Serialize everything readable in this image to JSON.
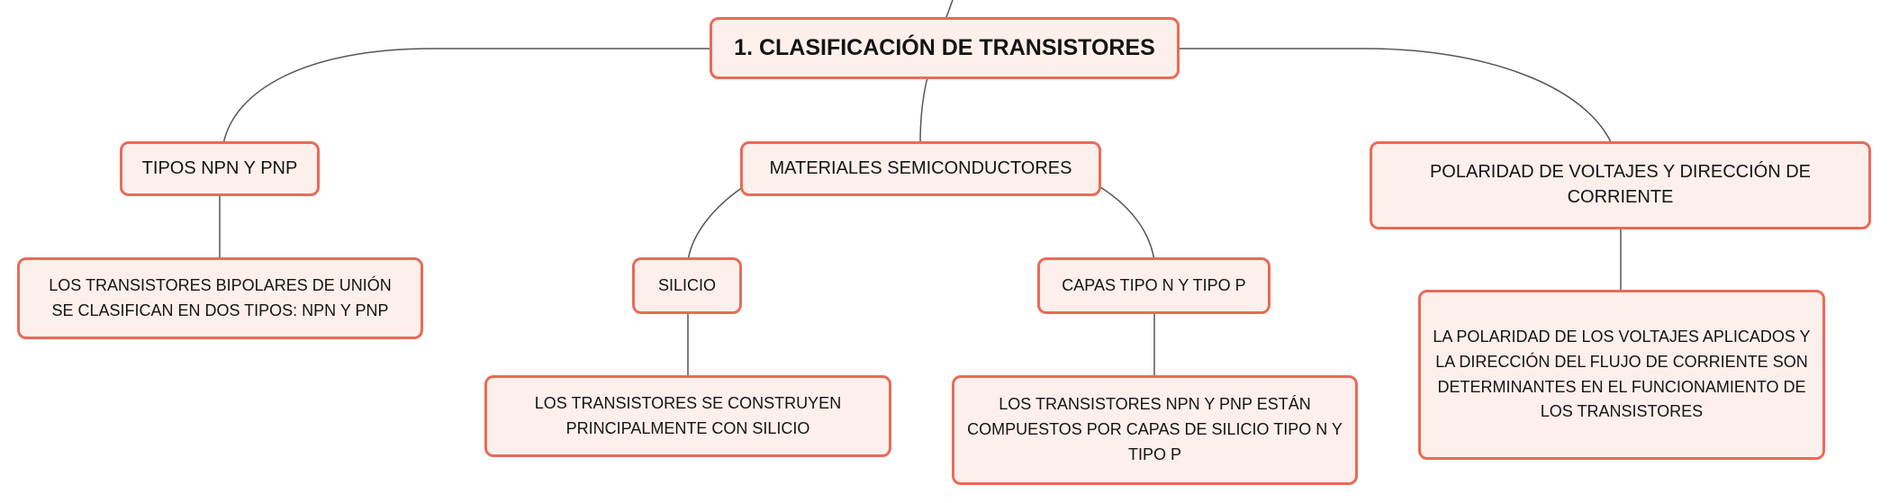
{
  "colors": {
    "border": "#ea6a57",
    "fill": "#fdf0ec",
    "link": "#555555",
    "text": "#141414"
  },
  "map": {
    "root": "1. CLASIFICACIÓN DE TRANSISTORES",
    "branch_types": "TIPOS NPN Y PNP",
    "types_detail": "LOS TRANSISTORES BIPOLARES DE UNIÓN SE CLASIFICAN EN DOS TIPOS: NPN Y PNP",
    "branch_materials": "MATERIALES SEMICONDUCTORES",
    "silicon": "SILICIO",
    "silicon_detail": "LOS TRANSISTORES SE CONSTRUYEN PRINCIPALMENTE CON SILICIO",
    "layers": "CAPAS TIPO N Y TIPO P",
    "layers_detail": "LOS TRANSISTORES NPN Y PNP ESTÁN COMPUESTOS POR CAPAS DE SILICIO TIPO N Y TIPO P",
    "branch_polarity": "POLARIDAD DE VOLTAJES Y DIRECCIÓN DE CORRIENTE",
    "polarity_detail": "LA POLARIDAD DE LOS VOLTAJES APLICADOS Y LA DIRECCIÓN DEL FLUJO DE CORRIENTE SON DETERMINANTES EN EL FUNCIONAMIENTO DE LOS TRANSISTORES"
  }
}
